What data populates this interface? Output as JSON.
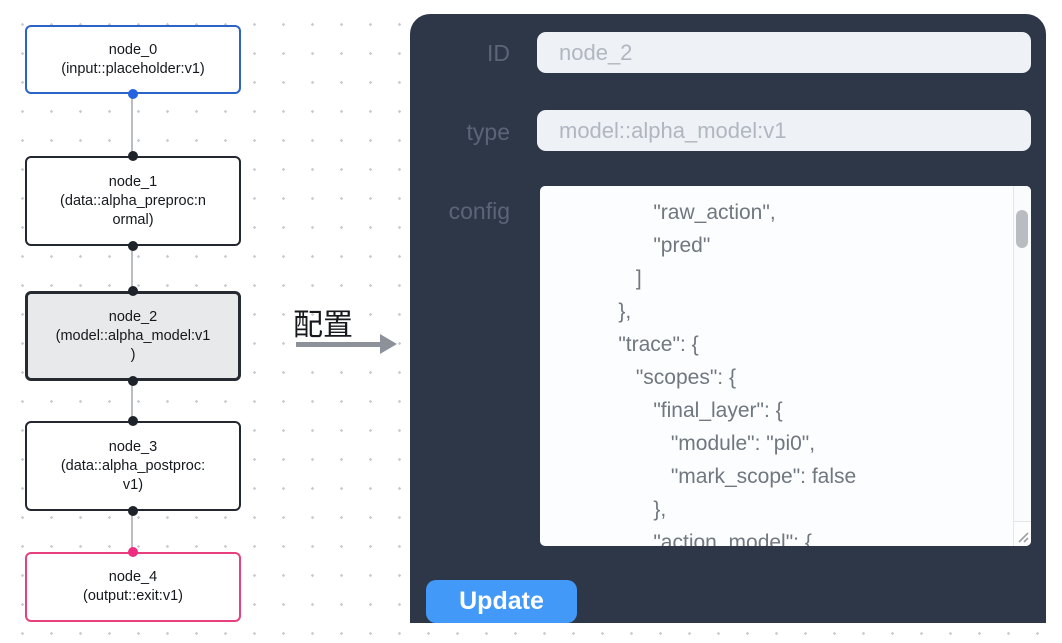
{
  "flow": {
    "nodes": [
      {
        "id": "node_0",
        "lines": [
          "node_0",
          "(input::placeholder:v1)"
        ],
        "variant": "input"
      },
      {
        "id": "node_1",
        "lines": [
          "node_1",
          "(data::alpha_preproc:n",
          "ormal)"
        ],
        "variant": "default"
      },
      {
        "id": "node_2",
        "lines": [
          "node_2",
          "(model::alpha_model:v1",
          ")"
        ],
        "variant": "selected"
      },
      {
        "id": "node_3",
        "lines": [
          "node_3",
          "(data::alpha_postproc:",
          "v1)"
        ],
        "variant": "default"
      },
      {
        "id": "node_4",
        "lines": [
          "node_4",
          "(output::exit:v1)"
        ],
        "variant": "output"
      }
    ]
  },
  "arrow": {
    "label": "配置"
  },
  "panel": {
    "fields": [
      {
        "label": "ID",
        "value": "node_2"
      },
      {
        "label": "type",
        "value": "model::alpha_model:v1"
      },
      {
        "label": "config"
      }
    ],
    "config_lines": [
      "                \"raw_action\",",
      "                \"pred\"",
      "             ]",
      "          },",
      "          \"trace\": {",
      "             \"scopes\": {",
      "                \"final_layer\": {",
      "                   \"module\": \"pi0\",",
      "                   \"mark_scope\": false",
      "                },",
      "                \"action_model\": {"
    ],
    "update_label": "Update"
  },
  "colors": {
    "panel_bg": "#2d3748",
    "button_blue": "#4299f7",
    "node_border_default": "#23272f",
    "node_border_input": "#2c63c8",
    "node_border_output": "#e8407c",
    "node_selected_bg": "#e8e9ea",
    "port_dark": "#1e222a",
    "port_blue": "#2563e0",
    "port_pink": "#ee2d80",
    "input_bg": "#eef1f5",
    "input_text": "#b0b7c0",
    "label_text": "#5a6578",
    "config_text": "#70777f"
  }
}
